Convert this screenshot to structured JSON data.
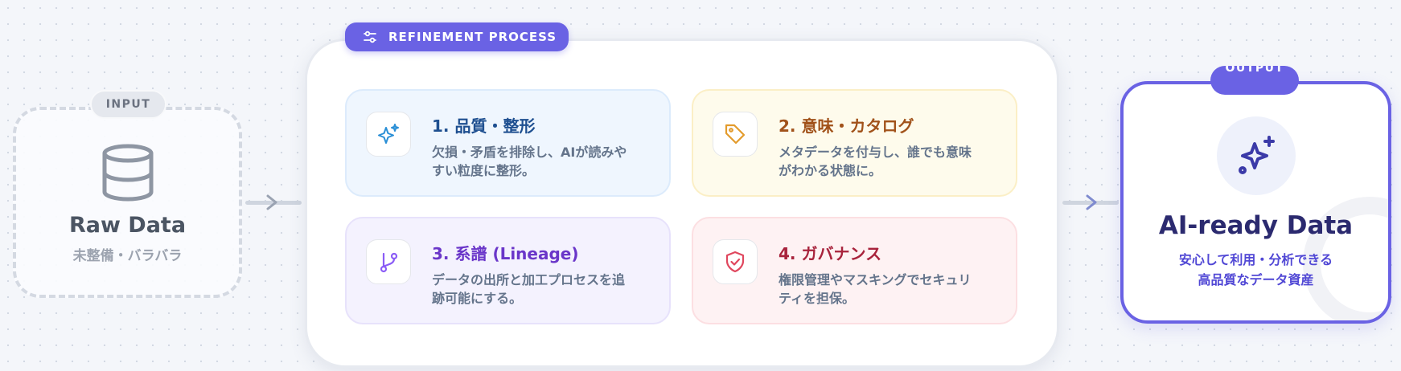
{
  "input": {
    "badge": "INPUT",
    "icon": "database-icon",
    "title": "Raw Data",
    "subtitle": "未整備・バラバラ"
  },
  "process": {
    "badge": "REFINEMENT PROCESS",
    "badge_icon": "sliders-icon",
    "steps": [
      {
        "title": "1. 品質・整形",
        "line1": "欠損・矛盾を排除し、AIが読みや",
        "line2": "すい粒度に整形。",
        "icon": "sparkles-icon",
        "color": "#1e4f90"
      },
      {
        "title": "2. 意味・カタログ",
        "line1": "メタデータを付与し、誰でも意味",
        "line2": "がわかる状態に。",
        "icon": "tag-icon",
        "color": "#a1521a"
      },
      {
        "title": "3. 系譜 (Lineage)",
        "line1": "データの出所と加工プロセスを追",
        "line2": "跡可能にする。",
        "icon": "git-branch-icon",
        "color": "#6a36c9"
      },
      {
        "title": "4. ガバナンス",
        "line1": "権限管理やマスキングでセキュリ",
        "line2": "ティを担保。",
        "icon": "shield-check-icon",
        "color": "#a8233c"
      }
    ]
  },
  "output": {
    "badge": "OUTPUT",
    "icon": "sparkles-icon",
    "title": "AI-ready Data",
    "subtitle_line1": "安心して利用・分析できる",
    "subtitle_line2": "高品質なデータ資産"
  },
  "colors": {
    "accent": "#6a62e4",
    "muted": "#9ca3af",
    "connector": "#cfd5df"
  }
}
